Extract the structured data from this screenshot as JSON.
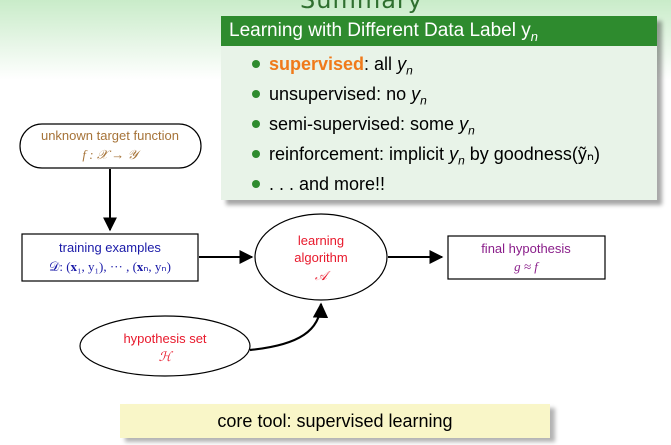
{
  "slide": {
    "title": "Summary"
  },
  "learning_box": {
    "header": "Learning with Different Data Label y",
    "header_sub": "n",
    "items": [
      {
        "pre": "",
        "highlight": "supervised",
        "post": ": all ",
        "var": "y",
        "sub": "n",
        "tail": ""
      },
      {
        "pre": "unsupervised: no ",
        "highlight": "",
        "post": "",
        "var": "y",
        "sub": "n",
        "tail": ""
      },
      {
        "pre": "semi-supervised: some ",
        "highlight": "",
        "post": "",
        "var": "y",
        "sub": "n",
        "tail": ""
      },
      {
        "pre": "reinforcement: implicit ",
        "highlight": "",
        "post": "",
        "var": "y",
        "sub": "n",
        "tail": " by goodness(ỹₙ)"
      },
      {
        "pre": ". . . and more!!",
        "highlight": "",
        "post": "",
        "var": "",
        "sub": "",
        "tail": ""
      }
    ]
  },
  "diagram": {
    "target": {
      "line1": "unknown target function",
      "line2": "f : 𝒳 → 𝒴"
    },
    "training": {
      "line1": "training examples",
      "line2": "𝒟: (𝐱₁, y₁), ··· , (𝐱ₙ, yₙ)"
    },
    "algorithm": {
      "line1": "learning",
      "line2": "algorithm",
      "line3": "𝒜"
    },
    "hypothesis_set": {
      "line1": "hypothesis set",
      "line2": "ℋ"
    },
    "final": {
      "line1": "final hypothesis",
      "line2": "g ≈ f"
    }
  },
  "core_tool": "core tool: supervised learning",
  "colors": {
    "green": "#2e8b2e",
    "orange": "#f07a1a",
    "red": "#e8192c",
    "blue": "#1a1aa8",
    "purple": "#8a1e8a",
    "brown": "#a67338"
  }
}
